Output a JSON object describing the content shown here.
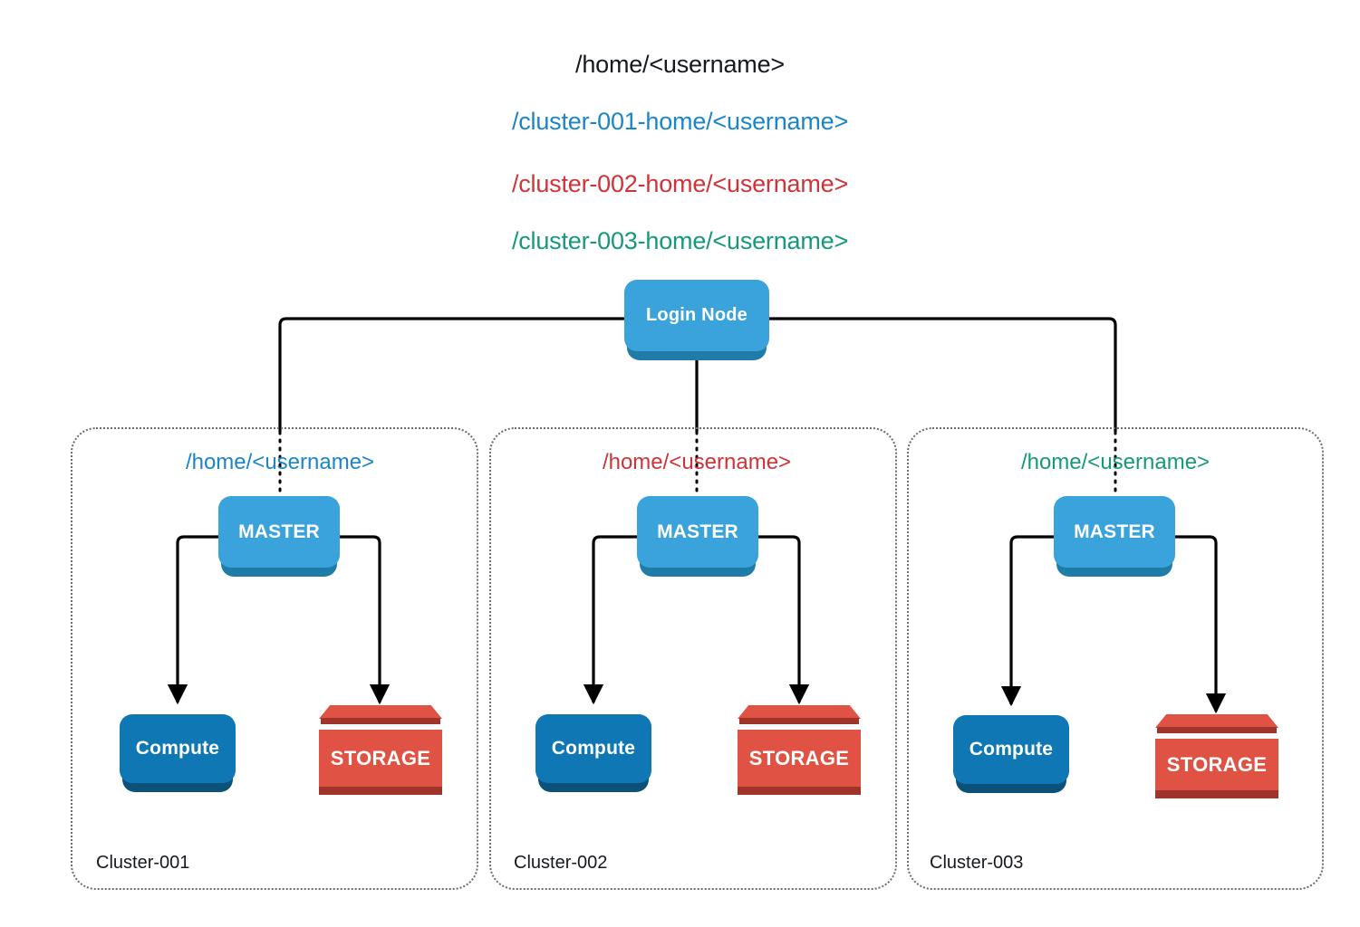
{
  "diagram": {
    "title": "HPC multi-cluster shared home directory layout",
    "background": "#ffffff"
  },
  "colors": {
    "black_text": "#16191d",
    "blue": "#1b85c9",
    "red": "#cf3339",
    "green": "#16997b",
    "node_sky": "#3ba3db",
    "node_sky_shadow": "#1f7ba8",
    "node_deep": "#1077b5",
    "node_deep_shadow": "#0b5179",
    "storage_red": "#e05243",
    "storage_red_dark": "#9e342a",
    "edge": "#000000",
    "cluster_border": "#6b6b6b"
  },
  "top_paths": [
    {
      "text": "/home/<username>",
      "color": "#16191d"
    },
    {
      "text": "/cluster-001-home/<username>",
      "color": "#1b85c9"
    },
    {
      "text": "/cluster-002-home/<username>",
      "color": "#cf3339"
    },
    {
      "text": "/cluster-003-home/<username>",
      "color": "#16997b"
    }
  ],
  "login_node": {
    "label": "Login Node"
  },
  "clusters": [
    {
      "name": "Cluster-001",
      "home_path": "/home/<username>",
      "home_color": "#1b85c9",
      "master_label": "MASTER",
      "compute_label": "Compute",
      "storage_label": "STORAGE"
    },
    {
      "name": "Cluster-002",
      "home_path": "/home/<username>",
      "home_color": "#cf3339",
      "master_label": "MASTER",
      "compute_label": "Compute",
      "storage_label": "STORAGE"
    },
    {
      "name": "Cluster-003",
      "home_path": "/home/<username>",
      "home_color": "#16997b",
      "master_label": "MASTER",
      "compute_label": "Compute",
      "storage_label": "STORAGE"
    }
  ]
}
